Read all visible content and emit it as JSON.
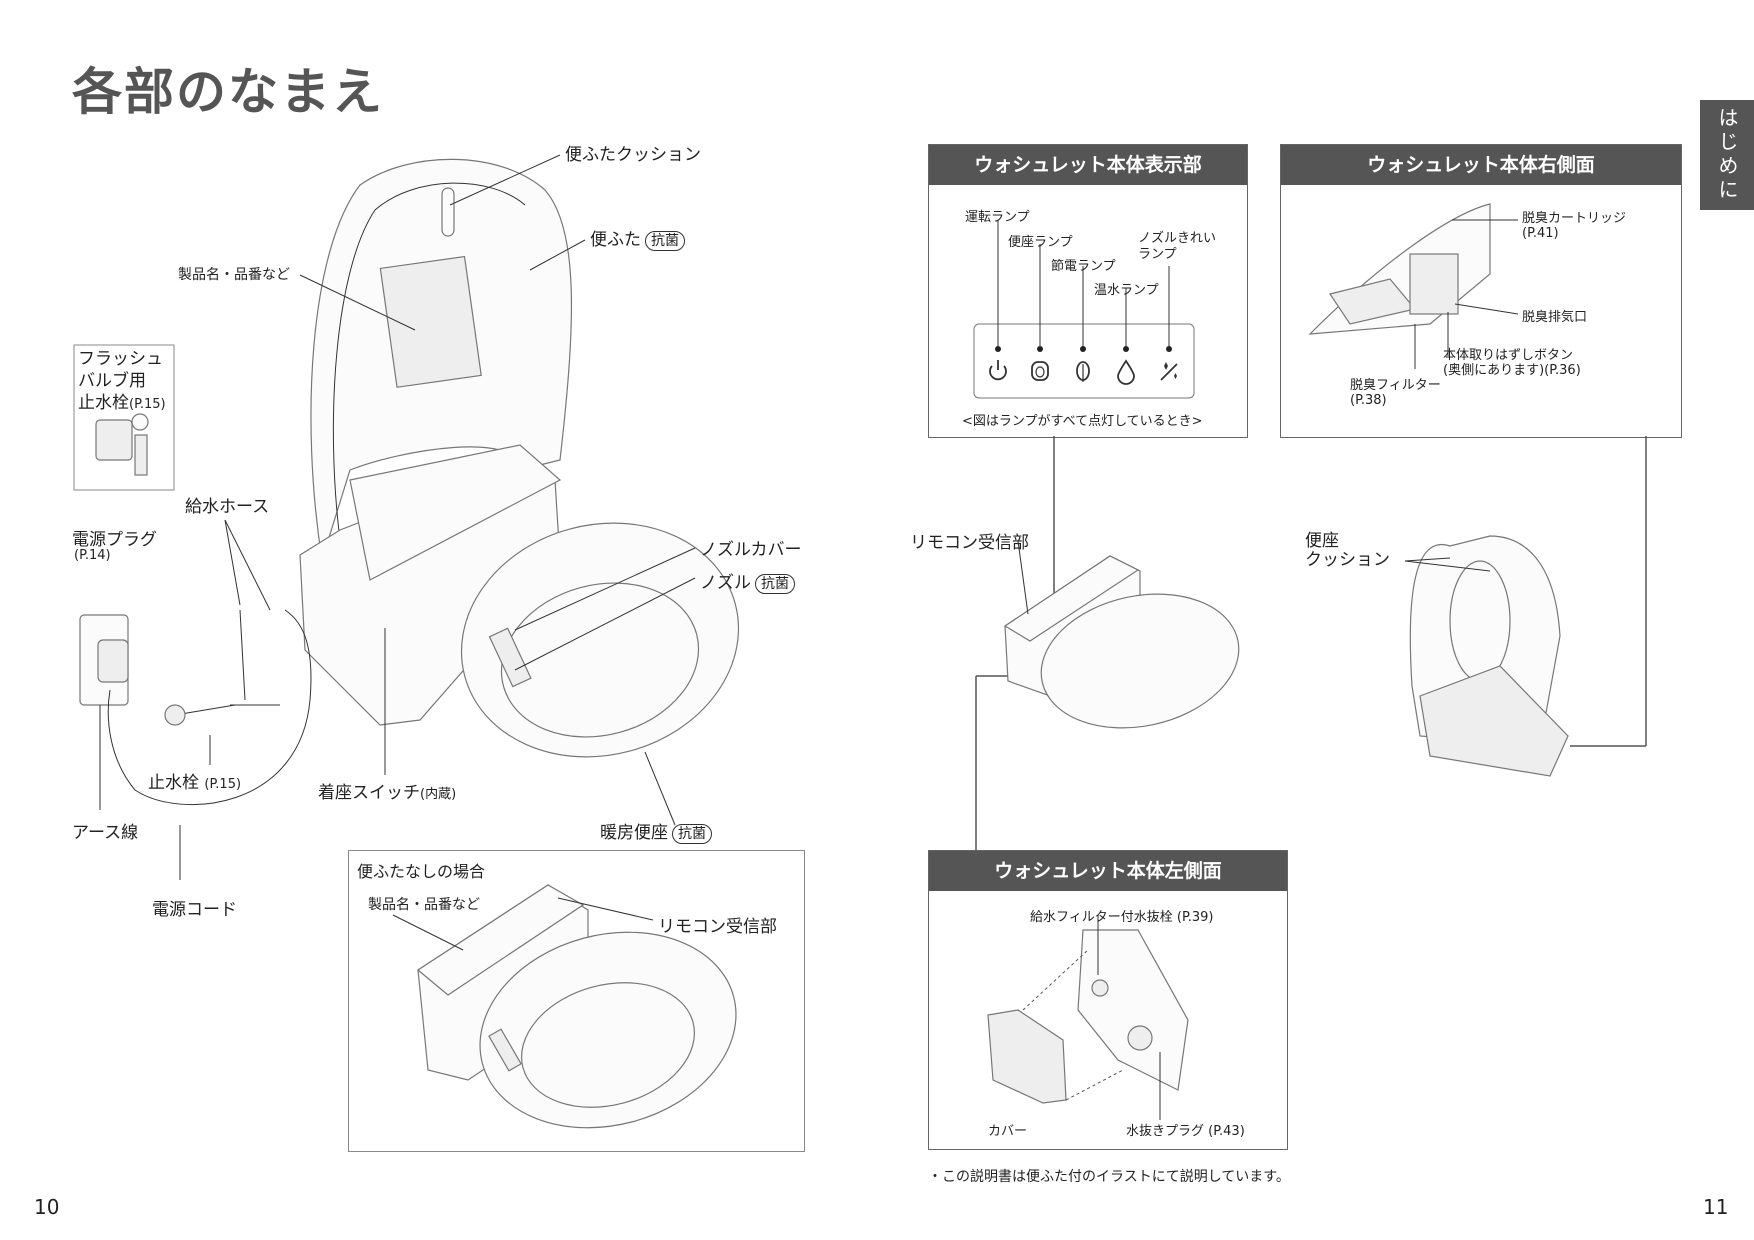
{
  "page": {
    "title": "各部のなまえ",
    "side_tab": "はじめに",
    "page_left": "10",
    "page_right": "11",
    "footnote": "・この説明書は便ふた付のイラストにて説明しています。"
  },
  "main_labels": {
    "lid_cushion": "便ふたクッション",
    "lid": "便ふた",
    "antibacterial": "抗菌",
    "product_name": "製品名・品番など",
    "flush_valve": "フラッシュ\nバルブ用\n止水栓",
    "flush_valve_ref": "(P.15)",
    "supply_hose": "給水ホース",
    "power_plug": "電源プラグ",
    "power_plug_ref": "(P.14)",
    "nozzle_cover": "ノズルカバー",
    "nozzle": "ノズル",
    "stop_valve": "止水栓",
    "stop_valve_ref": "(P.15)",
    "seat_switch": "着座スイッチ",
    "seat_switch_note": "(内蔵)",
    "earth_wire": "アース線",
    "heated_seat": "暖房便座",
    "power_cord": "電源コード"
  },
  "no_lid": {
    "title": "便ふたなしの場合",
    "product_name": "製品名・品番など",
    "remote_receiver": "リモコン受信部"
  },
  "display_panel": {
    "title": "ウォシュレット本体表示部",
    "lamps": {
      "power": "運転ランプ",
      "seat": "便座ランプ",
      "saving": "節電ランプ",
      "water": "温水ランプ",
      "nozzle_clean": "ノズルきれい\nランプ"
    },
    "note": "<図はランプがすべて点灯しているとき>"
  },
  "right_side": {
    "title": "ウォシュレット本体右側面",
    "cartridge": "脱臭カートリッジ",
    "cartridge_ref": "(P.41)",
    "exhaust": "脱臭排気口",
    "release_button": "本体取りはずしボタン\n(奥側にあります)(P.36)",
    "filter": "脱臭フィルター\n(P.38)"
  },
  "center": {
    "remote_receiver": "リモコン受信部",
    "seat_cushion": "便座\nクッション"
  },
  "left_side": {
    "title": "ウォシュレット本体左側面",
    "filter_plug": "給水フィルター付水抜栓 (P.39)",
    "cover": "カバー",
    "drain_plug": "水抜きプラグ (P.43)"
  },
  "icons": [
    "power-icon",
    "seat-icon",
    "leaf-icon",
    "water-drop-icon",
    "nozzle-sparkle-icon"
  ]
}
